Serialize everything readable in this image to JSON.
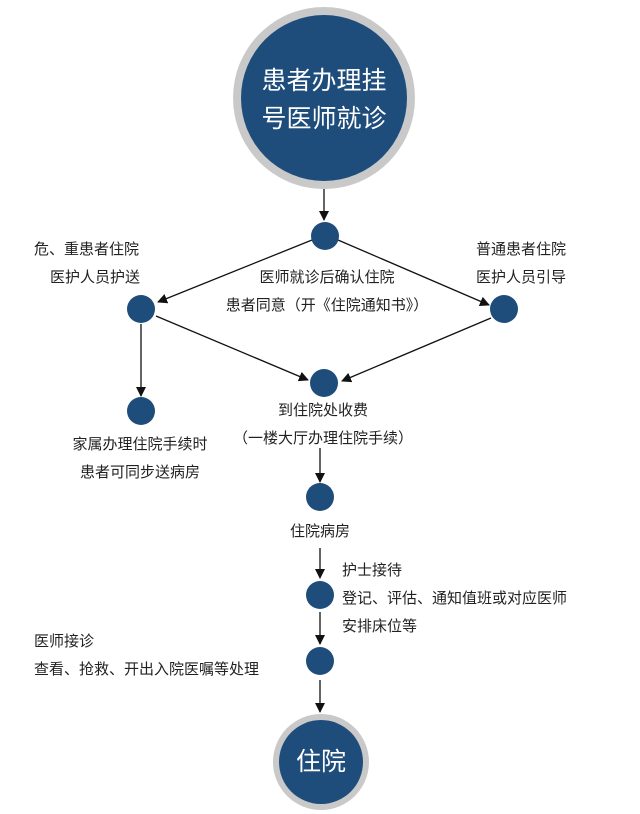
{
  "colors": {
    "node_fill": "#1e4d7b",
    "ring": "#c9c9c9",
    "arrow": "#111111",
    "label_text": "#222222",
    "big_text": "#ffffff"
  },
  "start": {
    "line1": "患者办理挂",
    "line2": "号医师就诊"
  },
  "emergency": {
    "line1": "危、重患者住院",
    "line2": "医护人员护送"
  },
  "normal": {
    "line1": "普通患者住院",
    "line2": "医护人员引导"
  },
  "confirm": {
    "line1": "医师就诊后确认住院",
    "line2": "患者同意（开《住院通知书》）"
  },
  "family": {
    "line1": "家属办理住院手续时",
    "line2": "患者可同步送病房"
  },
  "payment": {
    "line1": "到住院处收费",
    "line2": "（一楼大厅办理住院手续）"
  },
  "ward": {
    "line1": "住院病房"
  },
  "nurse": {
    "line1": "护士接待",
    "line2": "登记、评估、通知值班或对应医师",
    "line3": "安排床位等"
  },
  "doctor": {
    "line1": "医师接诊",
    "line2": "查看、抢救、开出入院医嘱等处理"
  },
  "end": {
    "line1": "住院"
  }
}
